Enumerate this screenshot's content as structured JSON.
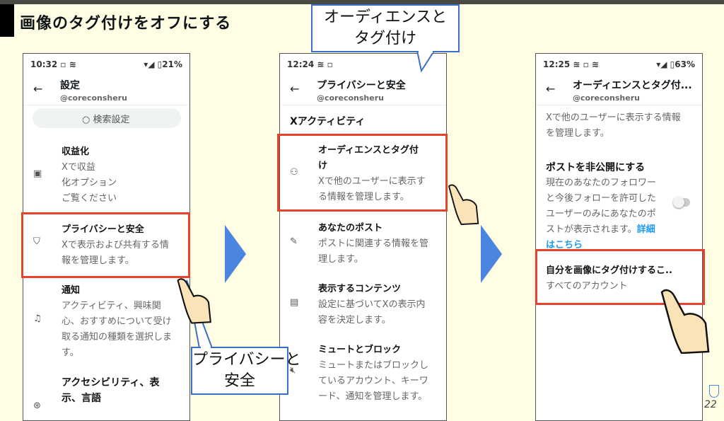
{
  "slide": {
    "title": "画像のタグ付けをオフにする",
    "page_number": "22"
  },
  "phone1": {
    "status_time": "10:32",
    "status_battery": "21%",
    "header": "設定",
    "handle": "@coreconsheru",
    "search_placeholder": "検索設定",
    "items": [
      {
        "title": "収益化",
        "sub": [
          "Xで収益",
          "化オプション",
          "ご覧ください"
        ]
      },
      {
        "title": "プライバシーと安全",
        "sub": [
          "Xで表示および共有する情",
          "報を管理します。"
        ]
      },
      {
        "title": "通知",
        "sub": [
          "アクティビティ、興味関",
          "心、おすすめについて受け",
          "取る通知の種類を選択しま",
          "す。"
        ]
      },
      {
        "title": "アクセシビリティ、表",
        "title2": "示、言語"
      }
    ],
    "callout": [
      "プライバシーと",
      "安全"
    ]
  },
  "phone2": {
    "status_time": "12:24",
    "header": "プライバシーと安全",
    "handle": "@coreconsheru",
    "section": "Xアクティビティ",
    "items": [
      {
        "title": "オーディエンスとタグ付",
        "title2": "け",
        "sub": [
          "Xで他のユーザーに表示す",
          "る情報を管理します。"
        ]
      },
      {
        "title": "あなたのポスト",
        "sub": [
          "ポストに関連する情報を管",
          "理します。"
        ]
      },
      {
        "title": "表示するコンテンツ",
        "sub": [
          "設定に基づいてXの表示内",
          "容を決定します。"
        ]
      },
      {
        "title": "ミュートとブロック",
        "sub": [
          "ミュートまたはブロックし",
          "ているアカウント、キーワ",
          "ード、通知を管理します。"
        ]
      }
    ],
    "callout": [
      "オーディエンスと",
      "タグ付け"
    ]
  },
  "phone3": {
    "status_time": "12:25",
    "status_battery": "63%",
    "header": "オーディエンスとタグ付...",
    "handle": "@coreconsheru",
    "description": [
      "Xで他のユーザーに表示する情報",
      "を管理します。"
    ],
    "protect": {
      "title": "ポストを非公開にする",
      "sub": [
        "現在のあなたのフォロワー",
        "と今後フォローを許可した",
        "ユーザーのみにあなたのポ",
        "ストが表示されます。"
      ],
      "link1": "詳細",
      "link2": "はこちら",
      "enabled": false
    },
    "tagging": {
      "title": "自分を画像にタグ付けするこ..",
      "sub": "すべてのアカウント"
    }
  },
  "colors": {
    "highlight": "#e8412c",
    "callout_border": "#3a6fc4",
    "arrow": "#4a86e0",
    "background": "#fffde3"
  }
}
